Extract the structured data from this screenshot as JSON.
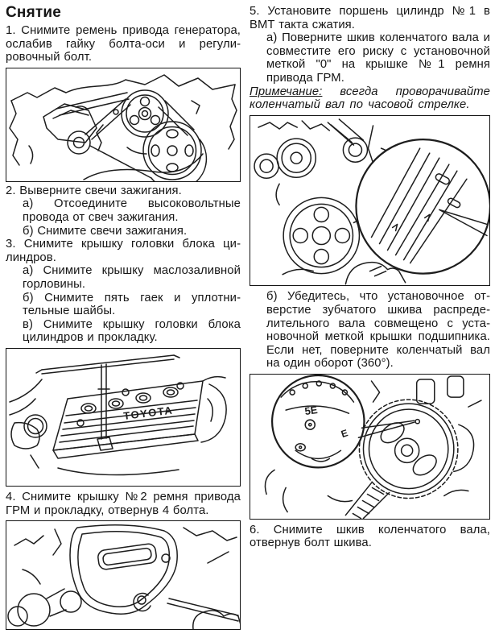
{
  "title": "Снятие",
  "left_column": {
    "step1": "1. Снимите ремень привода генерато­ра, ослабив гайку болта-оси и регули­ровочный болт.",
    "step2": "2. Выверните свечи зажигания.",
    "step2a": "а) Отсоедините высоковольтные провода от свеч зажигания.",
    "step2b": "б) Снимите свечи зажигания.",
    "step3": "3. Снимите крышку головки блока ци­линдров.",
    "step3a": "а) Снимите крышку маслозаливной горловины.",
    "step3b": "б) Снимите пять гаек и уплотни­тельные шайбы.",
    "step3v": "в) Снимите крышку головки блока цилиндров и прокладку.",
    "step4": "4. Снимите крышку №2 ремня привода ГРМ и прокладку, отвернув 4 болта."
  },
  "right_column": {
    "step5": "5. Установите поршень цилиндр №1 в ВМТ такта сжатия.",
    "step5a": "а) Поверните шкив коленчатого вала и совместите его риску с установоч­ной меткой \"0\" на крышке №1 ремня привода ГРМ.",
    "note_label": "Примечание:",
    "note_text": " всегда проворачивайте коленчатый вал по часовой стрелке.",
    "step5b": "б) Убедитесь, что установочное от­верстие зубчатого шкива распреде­лительного вала совмещено с уста­новочной меткой крышки подшипни­ка. Если нет, поверните коленчатый вал на один оборот (360°).",
    "step6": "6. Снимите шкив коленчатого вала, отвернув болт шкива."
  },
  "figures": {
    "valve_cover_label": "TOYOTA",
    "cam_mark": "5E",
    "cam_mark_e": "E"
  }
}
